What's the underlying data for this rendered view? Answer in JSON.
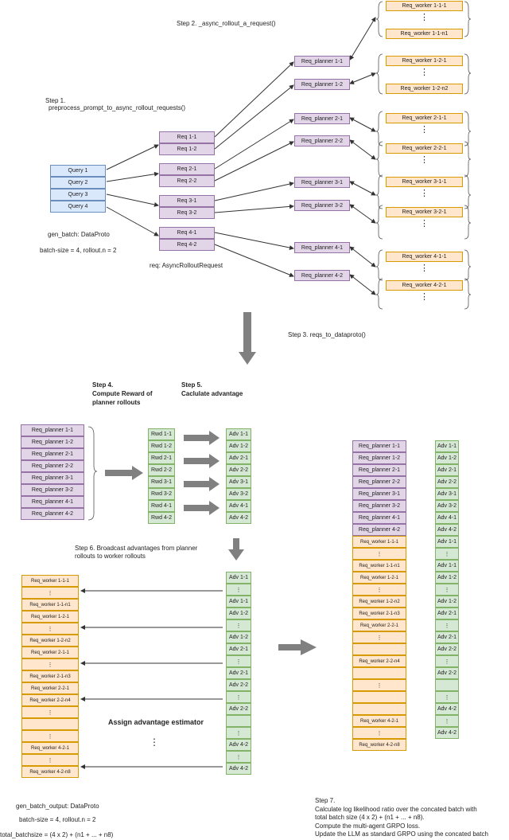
{
  "step1": {
    "title": "Step 1.",
    "desc": "preprocess_prompt_to_async_rollout_requests()"
  },
  "step2": "Step 2. _async_rollout_a_request()",
  "step3": "Step 3. reqs_to_dataproto()",
  "step4": {
    "title": "Step 4.",
    "line1": "Compute Reward of",
    "line2": "planner rollouts"
  },
  "step5": {
    "title": "Step 5.",
    "line1": "Caclulate advantage"
  },
  "step6": {
    "line1": "Step 6. Broadcast advantages from planner",
    "line2": "rollouts to worker rollouts"
  },
  "step7": {
    "title": "Step 7.",
    "line1": "Calculate log likelihood ratio over the concated batch with",
    "line2": "total batch size (4 x 2) + (n1 + ... + n8).",
    "line3": "Compute the multi-agent GRPO loss.",
    "line4": "Update the LLM as standard GRPO using the concated batch"
  },
  "queries": [
    "Query 1",
    "Query 2",
    "Query 3",
    "Query 4"
  ],
  "gen_batch": "gen_batch: DataProto",
  "batch_size": "batch-size = 4, rollout.n = 2",
  "req_type": "req: AsyncRolloutRequest",
  "reqs": [
    "Req 1-1",
    "Req 1-2",
    "Req 2-1",
    "Req 2-2",
    "Req 3-1",
    "Req 3-2",
    "Req 4-1",
    "Req 4-2"
  ],
  "planners": [
    "Req_planner 1-1",
    "Req_planner 1-2",
    "Req_planner 2-1",
    "Req_planner 2-2",
    "Req_planner 3-1",
    "Req_planner 3-2",
    "Req_planner 4-1",
    "Req_planner 4-2"
  ],
  "top_workers": [
    {
      "first": "Req_worker 1-1-1",
      "last": "Req_worker 1-1-n1"
    },
    {
      "first": "Req_worker 1-2-1",
      "last": "Req_worker 1-2-n2"
    },
    {
      "first": "Req_worker 2-1-1",
      "last": ""
    },
    {
      "first": "Req_worker 2-2-1",
      "last": ""
    },
    {
      "first": "Req_worker 3-1-1",
      "last": ""
    },
    {
      "first": "Req_worker 3-2-1",
      "last": ""
    },
    {
      "first": "Req_worker 4-1-1",
      "last": ""
    },
    {
      "first": "Req_worker 4-2-1",
      "last": ""
    }
  ],
  "dots": "⋮",
  "rewards": [
    "Rwd 1-1",
    "Rwd 1-2",
    "Rwd 2-1",
    "Rwd 2-2",
    "Rwd 3-1",
    "Rwd 3-2",
    "Rwd 4-1",
    "Rwd 4-2"
  ],
  "advs": [
    "Adv 1-1",
    "Adv 1-2",
    "Adv 2-1",
    "Adv 2-2",
    "Adv 3-1",
    "Adv 3-2",
    "Adv 4-1",
    "Adv 4-2"
  ],
  "broadcast_workers": [
    "Req_worker 1-1-1",
    "⋮",
    "Req_worker 1-1-n1",
    "Req_worker 1-2-1",
    "⋮",
    "Req_worker 1-2-n2",
    "Req_worker 2-1-1",
    "⋮",
    "Req_worker 2-1-n3",
    "Req_worker 2-2-1",
    "Req_worker 2-2-n4",
    "⋮",
    "",
    "⋮",
    "Req_worker 4-2-1",
    "⋮",
    "Req_worker 4-2-n8"
  ],
  "broadcast_advs": [
    "Adv 1-1",
    "⋮",
    "Adv 1-1",
    "Adv 1-2",
    "⋮",
    "Adv 1-2",
    "Adv 2-1",
    "⋮",
    "Adv 2-1",
    "Adv 2-2",
    "⋮",
    "Adv 2-2",
    "",
    "⋮",
    "Adv 4-2",
    "⋮",
    "Adv 4-2"
  ],
  "assign_label": "Assign advantage estimator",
  "gen_batch_output": "gen_batch_output: DataProto",
  "batch_size2": "batch-size = 4, rollout.n = 2",
  "total_batch": "total_batchsize = (4 x 2) + (n1 + ... + n8)",
  "concat_workers": [
    "Req_worker 1-1-1",
    "⋮",
    "Req_worker 1-1-n1",
    "Req_worker 1-2-1",
    "⋮",
    "Req_worker 1-2-n2",
    "Req_worker 2-1-n3",
    "Req_worker 2-2-1",
    "⋮",
    "",
    "Req_worker 2-2-n4",
    "",
    "⋮",
    "",
    "",
    "Req_worker 4-2-1",
    "⋮",
    "Req_worker 4-2-n8"
  ],
  "concat_advs": [
    "Adv 1-1",
    "Adv 1-2",
    "Adv 2-1",
    "Adv 2-2",
    "Adv 3-1",
    "Adv 3-2",
    "Adv 4-1",
    "Adv 4-2",
    "Adv 1-1",
    "⋮",
    "Adv 1-1",
    "Adv 1-2",
    "⋮",
    "Adv 1-2",
    "Adv 2-1",
    "⋮",
    "Adv 2-1",
    "Adv 2-2",
    "⋮",
    "Adv 2-2",
    "",
    "⋮",
    "Adv 4-2",
    "⋮",
    "Adv 4-2"
  ],
  "colors": {
    "query": "#dae8fc",
    "planner": "#e1d5e7",
    "worker": "#ffe6cc",
    "reward": "#d5e8d4",
    "arrow": "#808080"
  }
}
